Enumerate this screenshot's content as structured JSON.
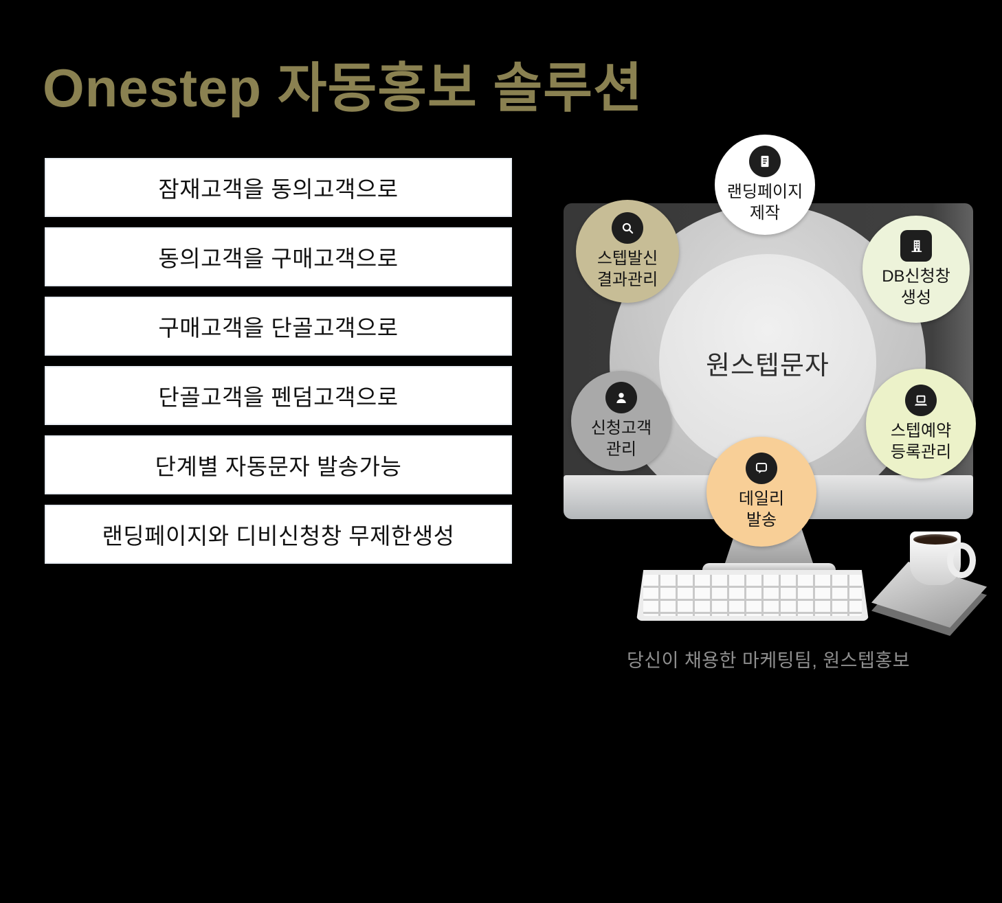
{
  "title": "Onestep 자동홍보 솔루션",
  "features": [
    "잠재고객을 동의고객으로",
    "동의고객을 구매고객으로",
    "구매고객을 단골고객으로",
    "단골고객을 펜덤고객으로",
    "단계별 자동문자 발송가능",
    "랜딩페이지와 디비신청창 무제한생성"
  ],
  "diagram": {
    "center_label": "원스텝문자",
    "nodes": [
      {
        "id": "landing-page",
        "label": "랜딩페이지\n제작",
        "icon": "document-icon",
        "bg": "#ffffff"
      },
      {
        "id": "step-send-result",
        "label": "스텝발신\n결과관리",
        "icon": "search-icon",
        "bg": "#c7bd96"
      },
      {
        "id": "db-form-create",
        "label": "DB신청창\n생성",
        "icon": "building-icon",
        "bg": "#edf3da"
      },
      {
        "id": "applicant-mgmt",
        "label": "신청고객\n관리",
        "icon": "person-icon",
        "bg": "#a9a9a9"
      },
      {
        "id": "step-reservation",
        "label": "스텝예약\n등록관리",
        "icon": "laptop-icon",
        "bg": "#ecf2c9"
      },
      {
        "id": "daily-send",
        "label": "데일리\n발송",
        "icon": "chat-bubble-icon",
        "bg": "#f8cf97"
      }
    ]
  },
  "caption": "당신이 채용한 마케팅팀, 원스텝홍보",
  "colors": {
    "background": "#000000",
    "title": "#8a8151",
    "feature_bar": "#ffffff",
    "feature_text": "#111111",
    "hub_outer": "#bdbdbd",
    "hub_inner": "#e9e9e9",
    "node_khaki": "#c7bd96",
    "node_pale_green": "#edf3da",
    "node_gray": "#a9a9a9",
    "node_pale_yellow": "#ecf2c9",
    "node_peach": "#f8cf97",
    "caption_text": "#8f8f8f"
  }
}
